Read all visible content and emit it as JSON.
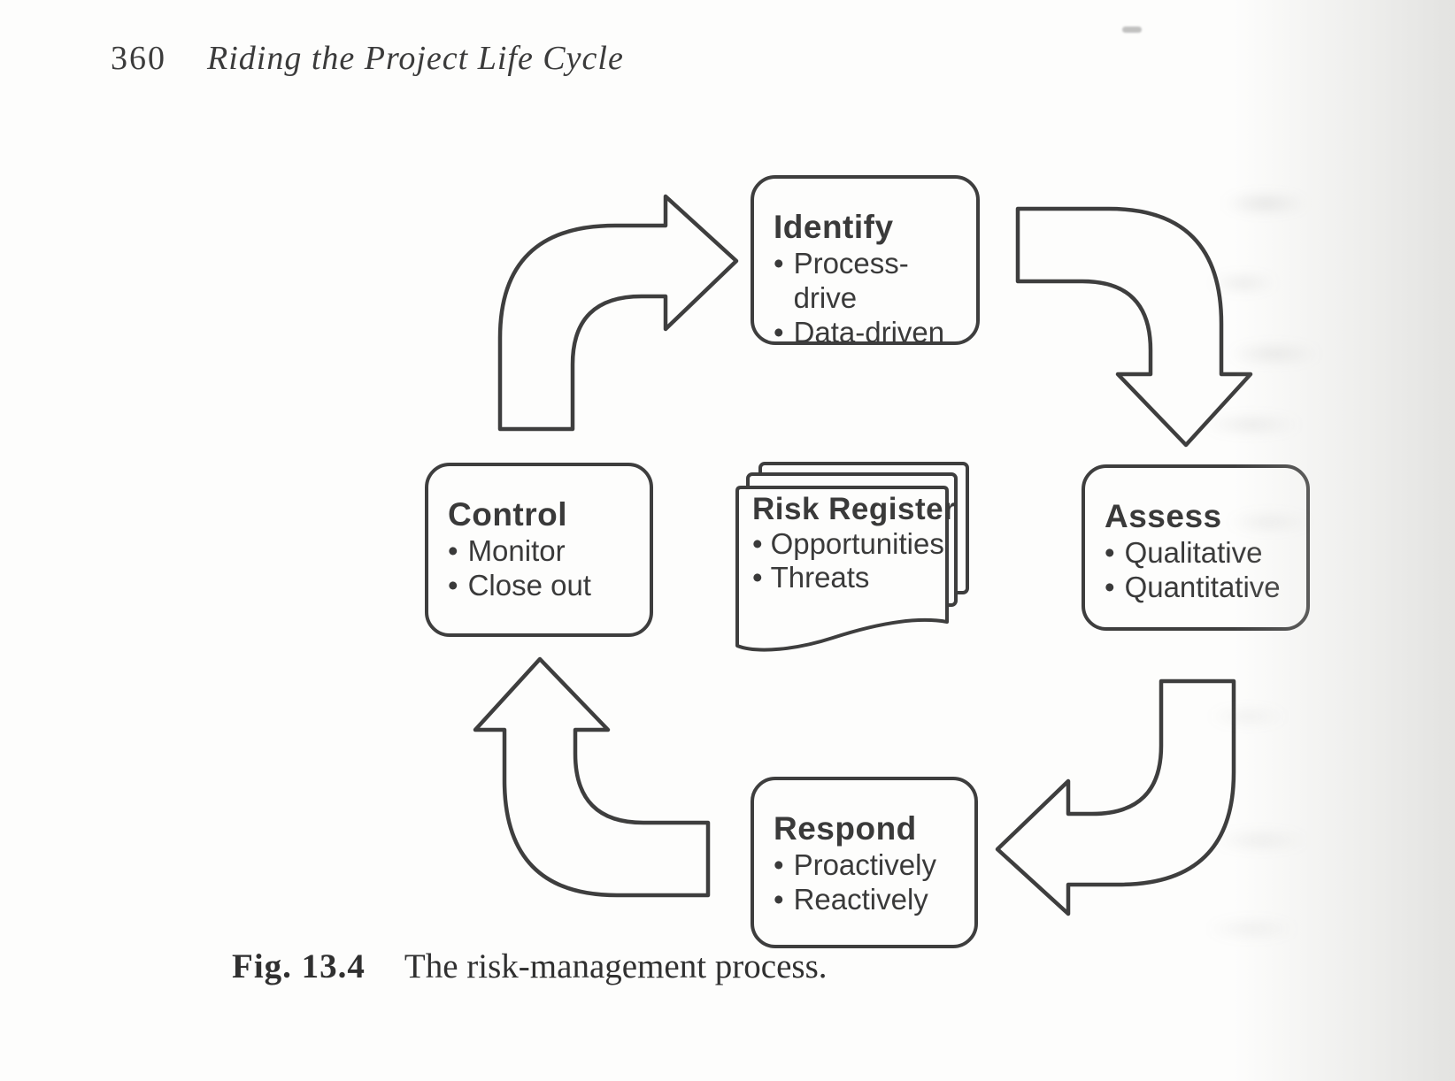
{
  "page": {
    "page_number": "360",
    "running_title": "Riding the Project Life Cycle"
  },
  "diagram": {
    "bullet_char": "•",
    "line_color": "#3e3e3e",
    "nodes": {
      "identify": {
        "title": "Identify",
        "bullets": [
          "Process-drive",
          "Data-driven"
        ]
      },
      "assess": {
        "title": "Assess",
        "bullets": [
          "Qualitative",
          "Quantitative"
        ]
      },
      "respond": {
        "title": "Respond",
        "bullets": [
          "Proactively",
          "Reactively"
        ]
      },
      "control": {
        "title": "Control",
        "bullets": [
          "Monitor",
          "Close out"
        ]
      }
    },
    "center": {
      "title": "Risk Register",
      "bullets": [
        "Opportunities",
        "Threats"
      ]
    }
  },
  "caption": {
    "label": "Fig. 13.4",
    "text": "The risk-management process."
  }
}
